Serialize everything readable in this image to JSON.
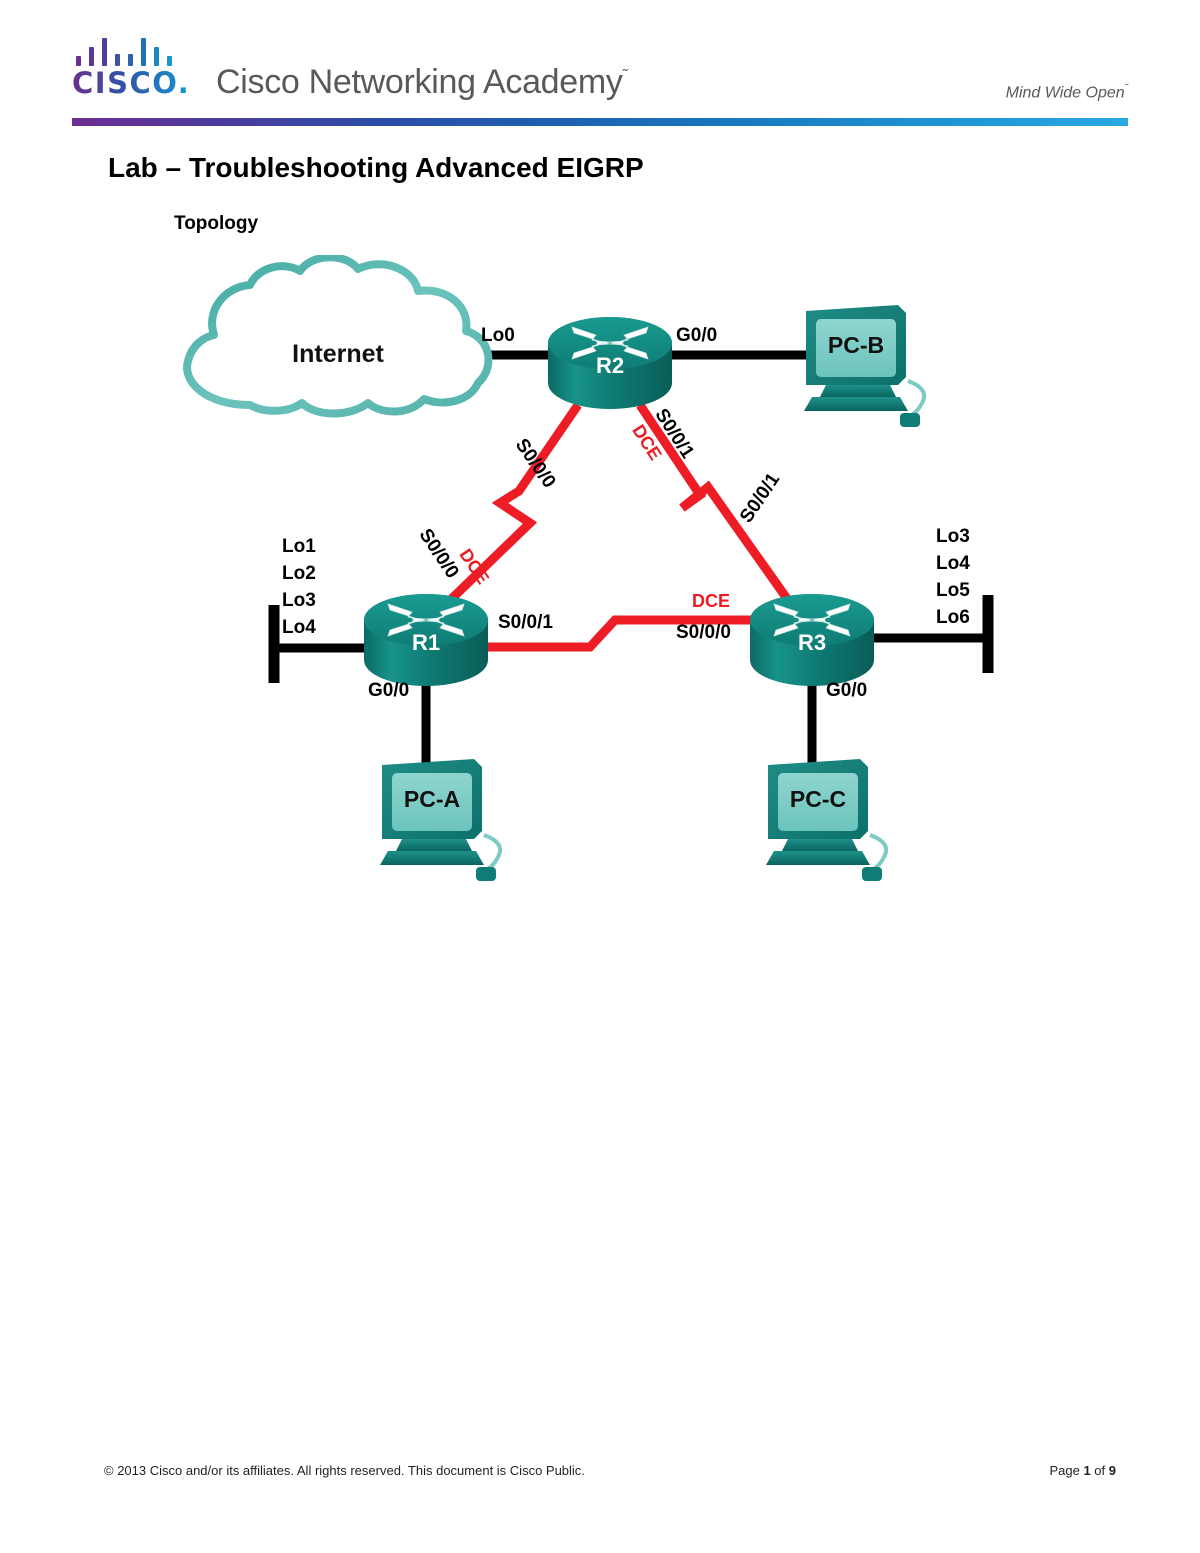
{
  "header": {
    "logo_text": "CISCO",
    "logo_text_dot": ".",
    "academy_title": "Cisco Networking Academy",
    "academy_tm": "˜",
    "tagline": "Mind Wide Open",
    "tagline_tm": "˜"
  },
  "document": {
    "lab_title": "Lab – Troubleshooting Advanced EIGRP",
    "section_title": "Topology"
  },
  "topology": {
    "cloud": {
      "label": "Internet"
    },
    "devices": [
      {
        "id": "r2",
        "name": "R2",
        "type": "router"
      },
      {
        "id": "r1",
        "name": "R1",
        "type": "router"
      },
      {
        "id": "r3",
        "name": "R3",
        "type": "router"
      },
      {
        "id": "pca",
        "name": "PC-A",
        "type": "pc"
      },
      {
        "id": "pcb",
        "name": "PC-B",
        "type": "pc"
      },
      {
        "id": "pcc",
        "name": "PC-C",
        "type": "pc"
      }
    ],
    "interfaces": {
      "r2_lo0": "Lo0",
      "r2_g00": "G0/0",
      "r2_s000": "S0/0/0",
      "r2_s001": "S0/0/1",
      "r2_s001_dce": "DCE",
      "r1_s000": "S0/0/0",
      "r1_s000_dce": "DCE",
      "r1_s001": "S0/0/1",
      "r1_g00": "G0/0",
      "r3_s001": "S0/0/1",
      "r3_s000": "S0/0/0",
      "r3_s000_dce": "DCE",
      "r3_g00": "G0/0"
    },
    "r1_loopbacks": [
      "Lo1",
      "Lo2",
      "Lo3",
      "Lo4"
    ],
    "r3_loopbacks": [
      "Lo3",
      "Lo4",
      "Lo5",
      "Lo6"
    ],
    "colors": {
      "device_teal": "#13857e",
      "serial_red": "#ee1c25",
      "ethernet_black": "#000000",
      "cloud_teal": "#56b5ae"
    }
  },
  "footer": {
    "copyright": "© 2013 Cisco and/or its affiliates. All rights reserved. This document is Cisco Public.",
    "page_prefix": "Page ",
    "page_number": "1",
    "page_middle": " of ",
    "page_total": "9"
  }
}
